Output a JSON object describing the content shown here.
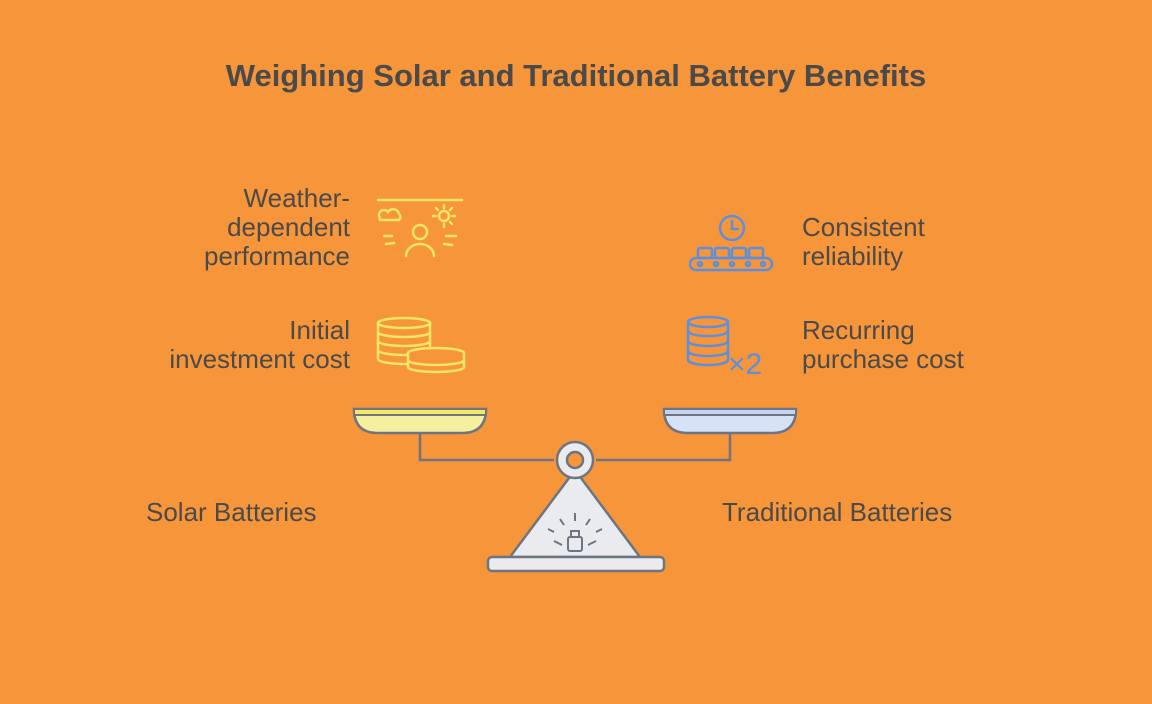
{
  "title": "Weighing Solar and Traditional Battery Benefits",
  "left": {
    "name": "Solar Batteries",
    "points": [
      {
        "text_lines": [
          "Weather-",
          "dependent",
          "performance"
        ],
        "icon": "weather-person-icon"
      },
      {
        "text_lines": [
          "Initial",
          "investment cost"
        ],
        "icon": "coin-stacks-icon"
      }
    ]
  },
  "right": {
    "name": "Traditional Batteries",
    "points": [
      {
        "text_lines": [
          "Consistent",
          "reliability"
        ],
        "icon": "clock-conveyor-icon"
      },
      {
        "text_lines": [
          "Recurring",
          "purchase cost"
        ],
        "icon": "coin-stack-x2-icon",
        "badge": "×2"
      }
    ]
  },
  "colors": {
    "background": "#F7953A",
    "text": "#4A4A4A",
    "solar_accent": "#F5E663",
    "traditional_accent": "#5B8FE0"
  }
}
